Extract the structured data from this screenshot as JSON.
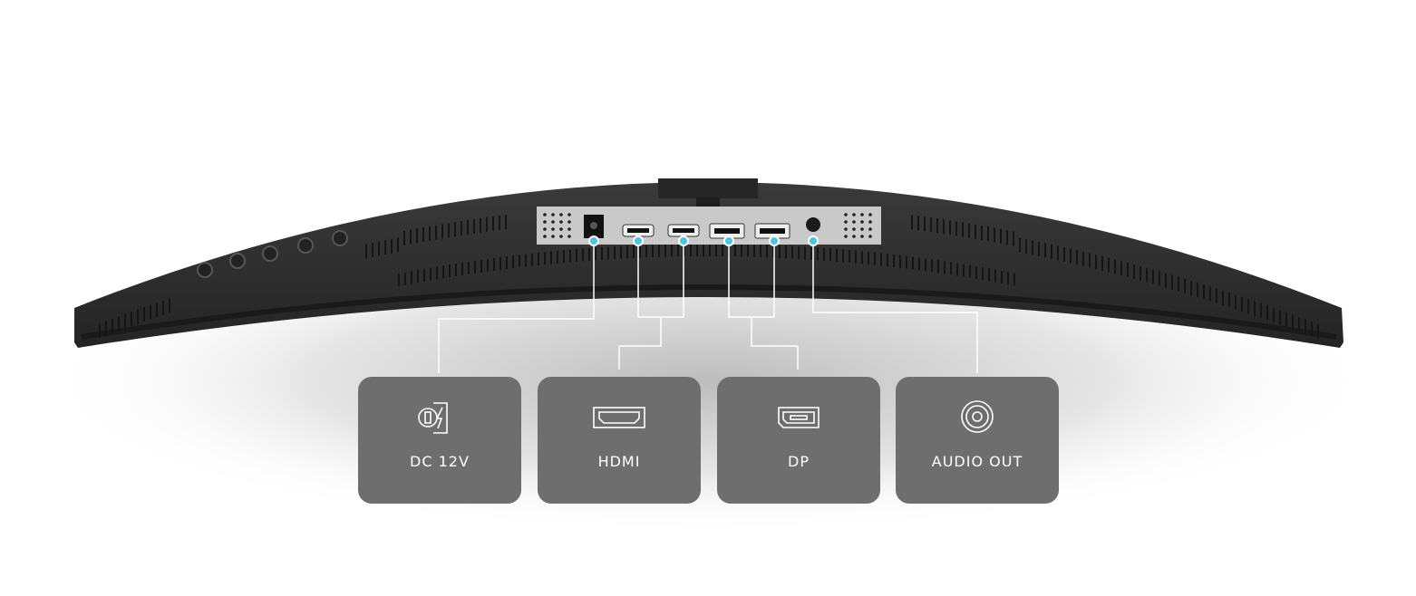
{
  "ports": [
    {
      "label": "DC 12V",
      "icon": "dc-power-icon"
    },
    {
      "label": "HDMI",
      "icon": "hdmi-icon"
    },
    {
      "label": "DP",
      "icon": "displayport-icon"
    },
    {
      "label": "AUDIO OUT",
      "icon": "audio-jack-icon"
    }
  ],
  "colors": {
    "card": "#6e6e6e",
    "monitor": "#2e2e2e",
    "panel": "#c9c9c9",
    "dot": "#4fc3e0",
    "line": "#ffffff"
  }
}
